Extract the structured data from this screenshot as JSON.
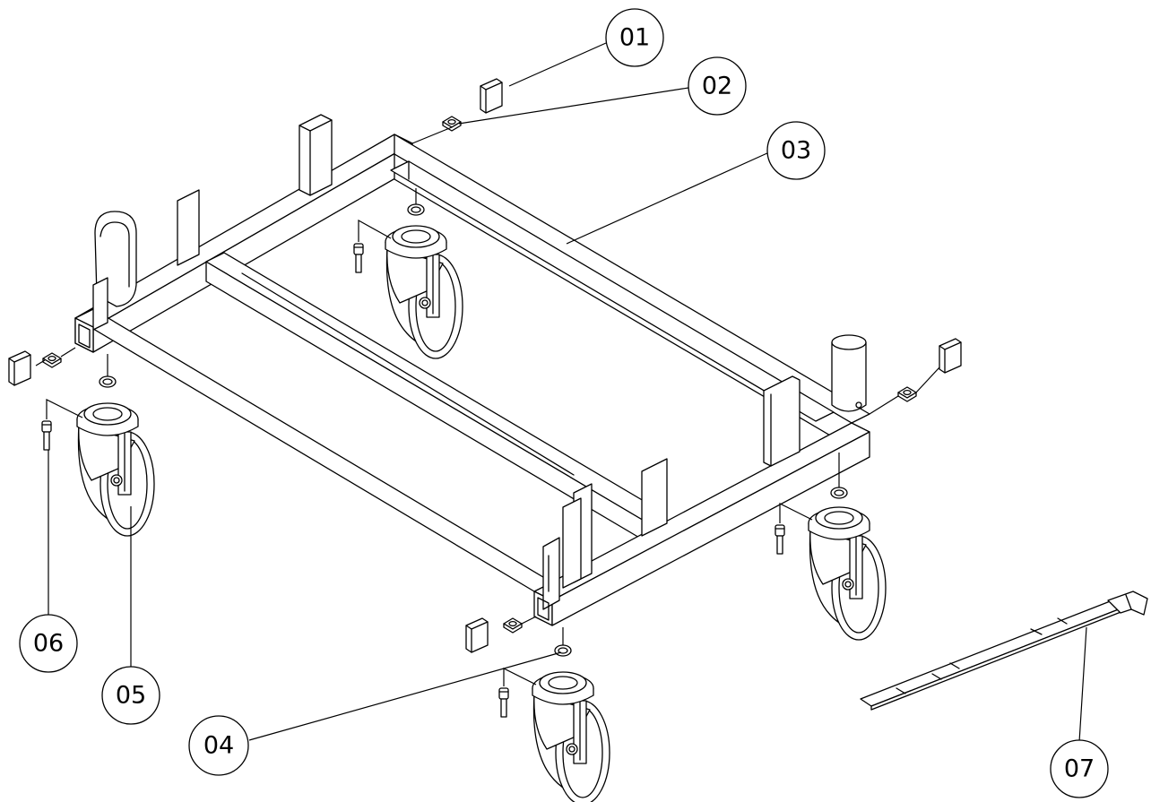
{
  "callouts": [
    {
      "id": "c01",
      "label": "01"
    },
    {
      "id": "c02",
      "label": "02"
    },
    {
      "id": "c03",
      "label": "03"
    },
    {
      "id": "c04",
      "label": "04"
    },
    {
      "id": "c05",
      "label": "05"
    },
    {
      "id": "c06",
      "label": "06"
    },
    {
      "id": "c07",
      "label": "07"
    }
  ]
}
